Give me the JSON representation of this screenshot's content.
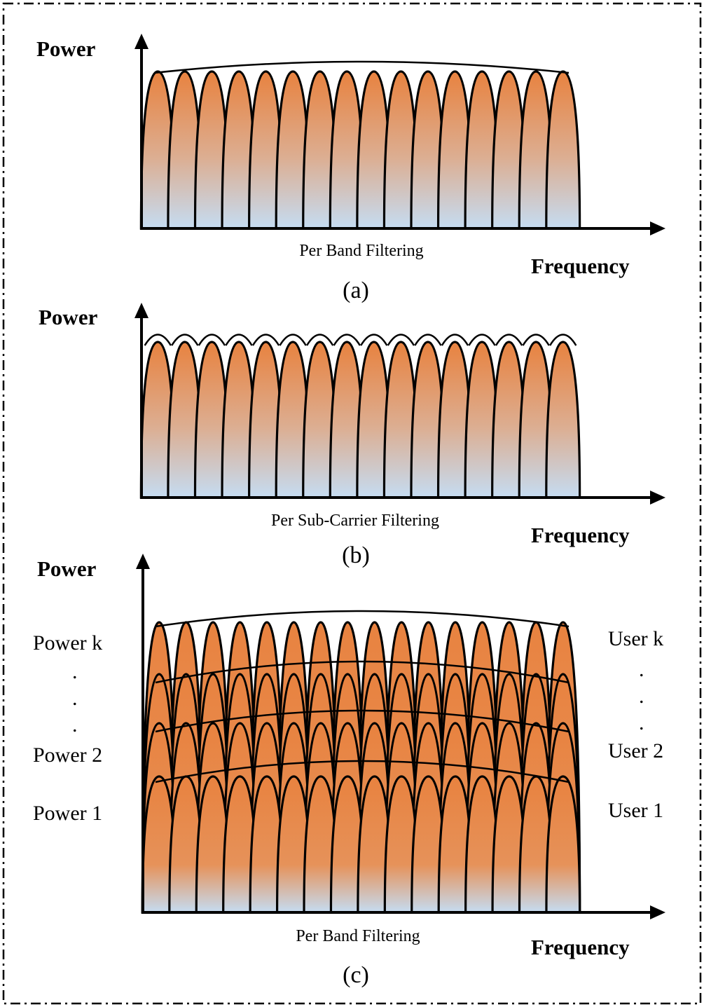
{
  "panels": [
    {
      "id": "a",
      "y_axis_label": "Power",
      "x_axis_label": "Frequency",
      "filter_label": "Per Band Filtering",
      "caption": "(a)",
      "subcarrier_count": 16,
      "envelope": "band"
    },
    {
      "id": "b",
      "y_axis_label": "Power",
      "x_axis_label": "Frequency",
      "filter_label": "Per Sub-Carrier Filtering",
      "caption": "(b)",
      "subcarrier_count": 16,
      "envelope": "per-subcarrier"
    },
    {
      "id": "c",
      "y_axis_label": "Power",
      "x_axis_label": "Frequency",
      "filter_label": "Per Band Filtering",
      "caption": "(c)",
      "subcarrier_count": 16,
      "envelope": "band",
      "layer_count": 4,
      "power_levels": [
        "Power k",
        ".",
        ".",
        ".",
        "Power 2",
        "Power 1"
      ],
      "users": [
        "User k",
        ".",
        ".",
        ".",
        "User 2",
        "User 1"
      ]
    }
  ],
  "colors": {
    "subcarrier_top": "#e8823f",
    "subcarrier_bottom": "#c5dcf2",
    "stroke": "#000000",
    "frame": "#000000"
  }
}
